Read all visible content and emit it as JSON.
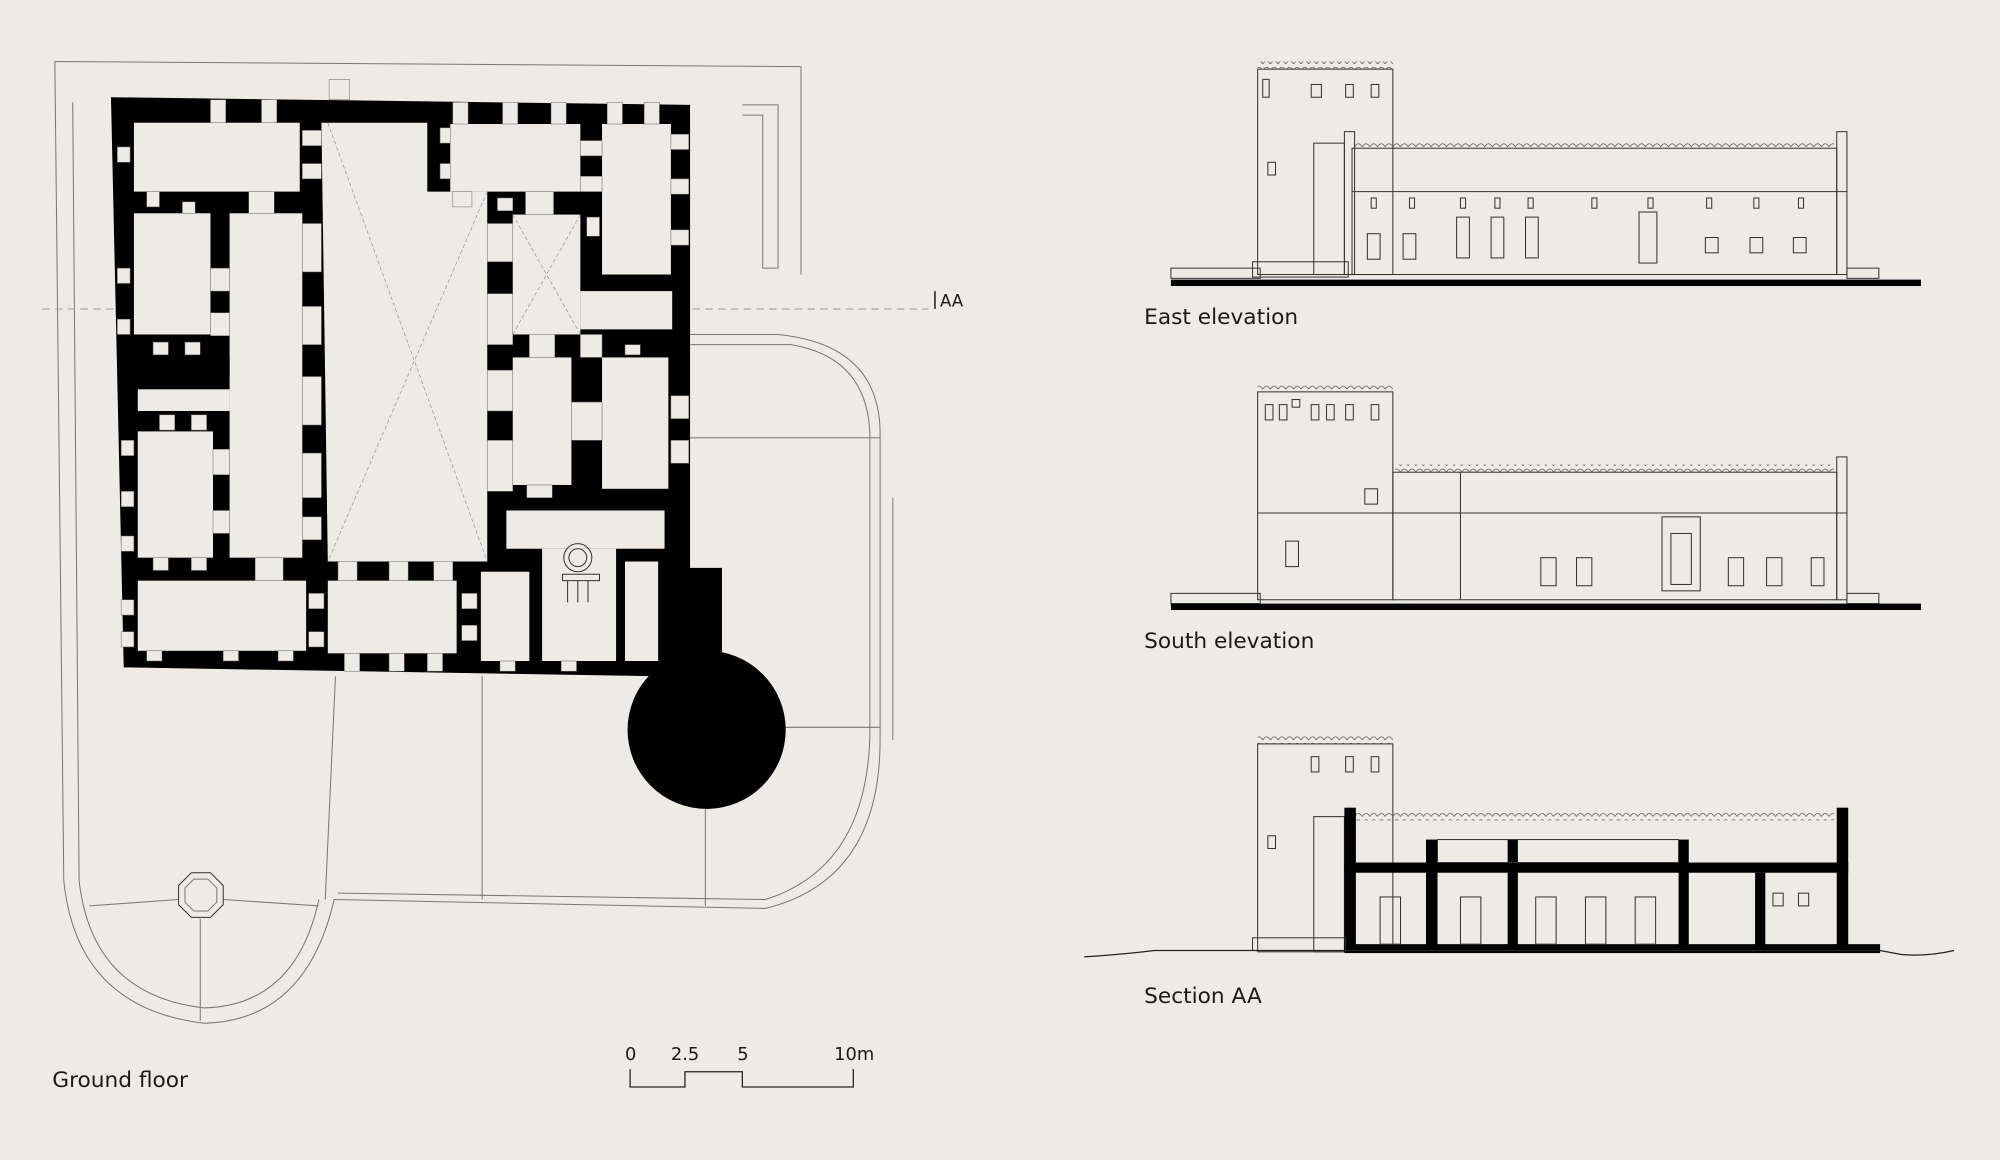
{
  "plan": {
    "title": "Ground floor",
    "section_marker": "AA"
  },
  "scale_bar": {
    "ticks": [
      "0",
      "2.5",
      "5",
      "10m"
    ]
  },
  "elevations": [
    {
      "title": "East elevation"
    },
    {
      "title": "South elevation"
    },
    {
      "title": "Section AA"
    }
  ],
  "colors": {
    "background": "#eeebe6",
    "ink": "#000000"
  }
}
